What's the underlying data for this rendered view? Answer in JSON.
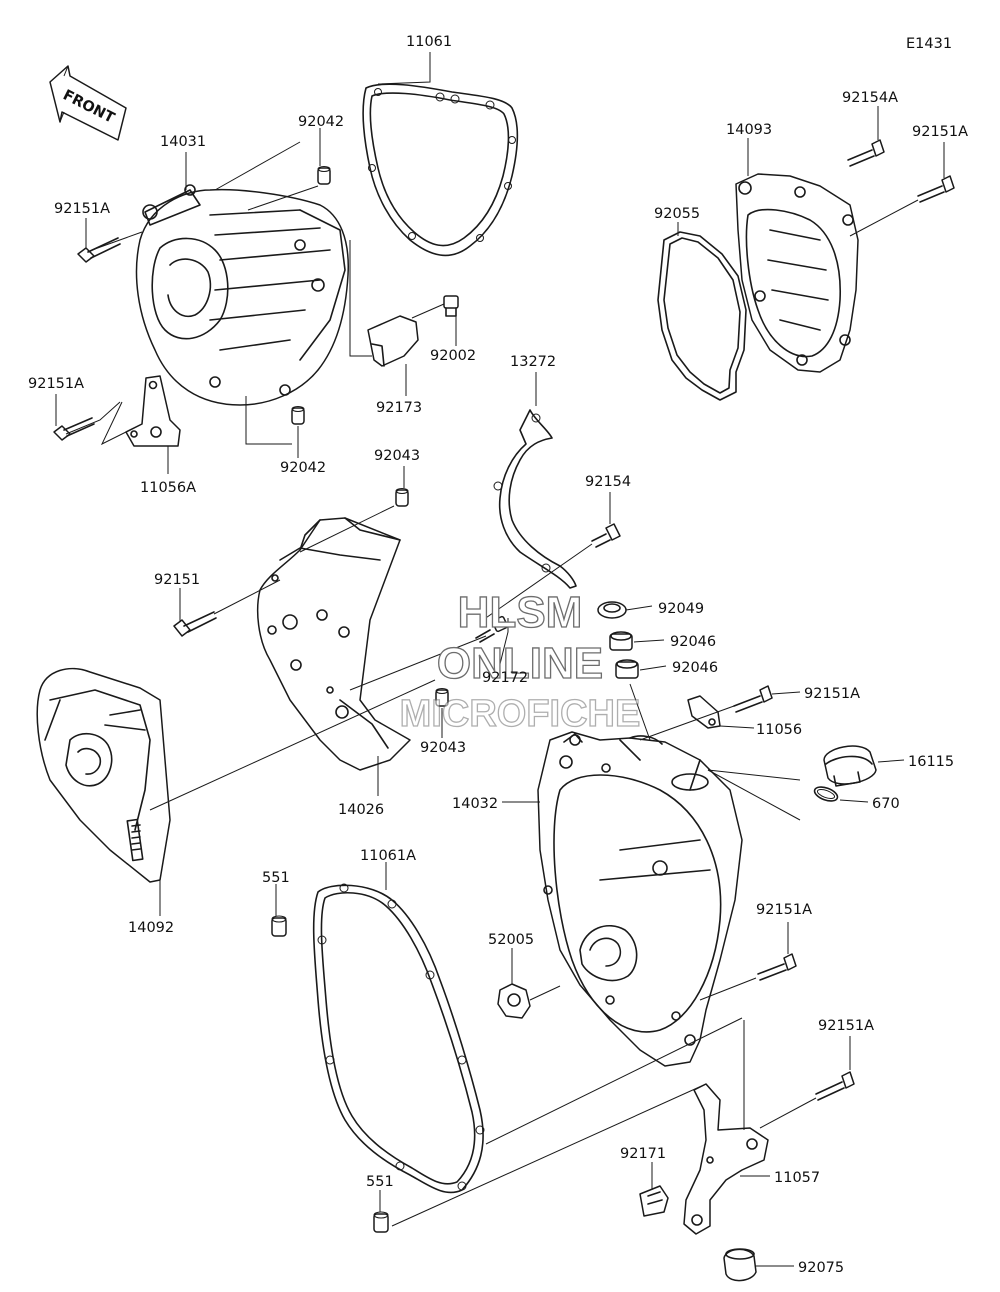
{
  "diagram_id": "E1431",
  "front_label": "FRONT",
  "watermark": {
    "line1": "HLSM",
    "line2": "ONLINE",
    "line3": "MICROFICHE"
  },
  "parts": [
    "11061",
    "14031",
    "92042",
    "92151A",
    "92002",
    "92173",
    "11056A",
    "13272",
    "92043",
    "92154",
    "92151",
    "92172",
    "14026",
    "14092",
    "14093",
    "92154A",
    "92055",
    "92049",
    "92046",
    "11056",
    "16115",
    "670",
    "14032",
    "52005",
    "551",
    "11061A",
    "92171",
    "11057",
    "92075"
  ]
}
